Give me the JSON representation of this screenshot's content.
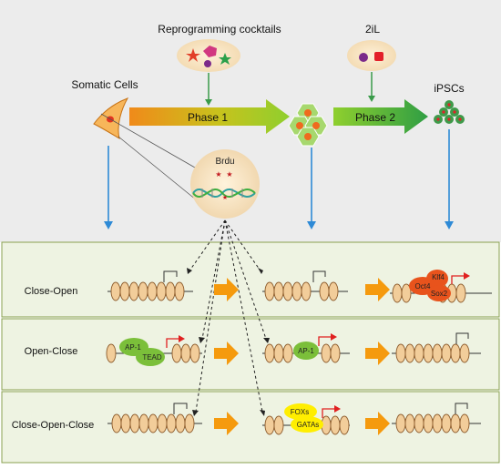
{
  "colors": {
    "top_bg": "#ececec",
    "panel_bg": "#eef3e2",
    "panel_border": "#8aa050",
    "blue_arrow": "#2e8ad6",
    "green_arrow": "#3a9b4a",
    "orange_arrow": "#f59a0e",
    "nucleosome": "#f2cd9a",
    "nucleosome_stroke": "#8b5a2b",
    "tf_green": "#7bbf3a",
    "tf_orange": "#e8531c",
    "tf_yellow": "#ffee00",
    "red_arrow": "#e02020"
  },
  "top": {
    "reprogramming_label": "Reprogramming cocktails",
    "twoil_label": "2iL",
    "somatic_label": "Somatic Cells",
    "ipsc_label": "iPSCs",
    "phase1_label": "Phase 1",
    "phase2_label": "Phase 2",
    "brdu_label": "Brdu"
  },
  "rows": [
    {
      "label": "Close-Open"
    },
    {
      "label": "Open-Close"
    },
    {
      "label": "Close-Open-Close"
    }
  ],
  "tf": {
    "ap1": "AP-1",
    "tead": "TEAD",
    "oct4": "Oct4",
    "klf4": "Klf4",
    "sox2": "Sox2",
    "foxs": "FOXs",
    "gatas": "GATAs"
  },
  "icons": {
    "somatic_cell": "spindle-cell-icon",
    "intermediate_cells": "hexagon-cluster-icon",
    "ipsc_colony": "cell-colony-icon",
    "nucleus": "nucleus-dna-icon",
    "gene_marker": "gene-bracket-icon",
    "active_tss": "red-tss-arrow-icon"
  }
}
